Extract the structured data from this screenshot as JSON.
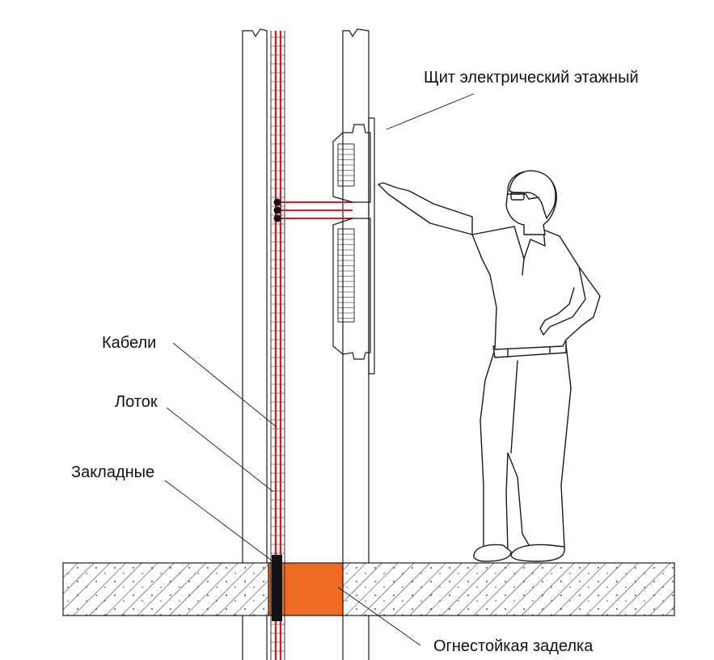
{
  "labels": {
    "panel": "Щит электрический этажный",
    "cables": "Кабели",
    "tray": "Лоток",
    "embedded": "Закладные",
    "firestop": "Огнестойкая заделка"
  },
  "colors": {
    "cable": "#c0262c",
    "firestop": "#ef6a22",
    "embedded": "#111111",
    "line": "#1a1a1a",
    "background": "#ffffff"
  }
}
